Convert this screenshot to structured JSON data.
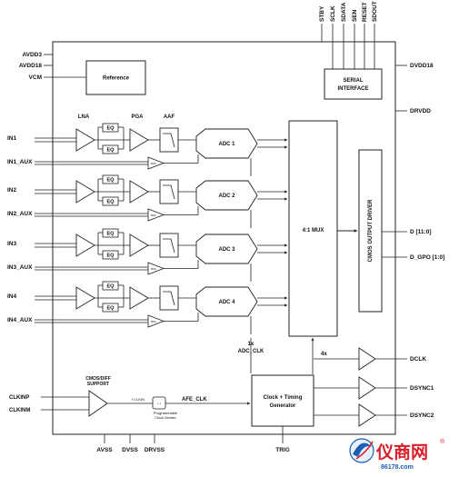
{
  "diagram": {
    "top_pins": [
      "STBY",
      "SCLK",
      "SDATA",
      "SEN",
      "RESET",
      "SDOUT"
    ],
    "left_supply_pins": [
      "AVDD3",
      "AVDD18",
      "VCM"
    ],
    "right_pins": {
      "dvdd18": "DVDD18",
      "drvdd": "DRVDD",
      "data_out": "D [11:0]",
      "gpo": "D_GPO [1:0]",
      "dclk": "DCLK",
      "dsync1": "DSYNC1",
      "dsync2": "DSYNC2"
    },
    "bottom_pins": [
      "AVSS",
      "DVSS",
      "DRVSS",
      "TRIG"
    ],
    "clock_pins": [
      "CLKINP",
      "CLKINM"
    ],
    "blocks": {
      "reference": "Reference",
      "serial_interface": [
        "SERIAL",
        "INTERFACE"
      ],
      "mux": "4:1 MUX",
      "cmos_driver": "CMOS OUTPUT DRIVER",
      "clock_timing": [
        "Clock + Timing",
        "Generator"
      ],
      "cmos_diff_support": [
        "CMOS/DIFF",
        "SUPPORT"
      ],
      "divider_symbol": "÷ /",
      "divider_caption": [
        "Programmable",
        "Clock Divider"
      ]
    },
    "signals": {
      "lna": "LNA",
      "pga": "PGA",
      "aaf": "AAF",
      "eq": "EQ",
      "buf": "BUF",
      "adc_clk": [
        "1x",
        "ADC_CLK"
      ],
      "four_x": "4x",
      "fclkin": "f CLKIN",
      "afe_clk": "AFE_CLK"
    },
    "channels": [
      {
        "input": "IN1",
        "aux": "IN1_AUX",
        "adc": "ADC 1"
      },
      {
        "input": "IN2",
        "aux": "IN2_AUX",
        "adc": "ADC 2"
      },
      {
        "input": "IN3",
        "aux": "IN3_AUX",
        "adc": "ADC 3"
      },
      {
        "input": "IN4",
        "aux": "IN4_AUX",
        "adc": "ADC 4"
      }
    ]
  },
  "watermark": {
    "brand": "仪商网",
    "url": "86178.com",
    "registered": "®"
  },
  "colors": {
    "line": "#222222",
    "block_fill": "#ffffff",
    "watermark_red": "#d81e2a",
    "watermark_blue": "#1a5fb4"
  }
}
